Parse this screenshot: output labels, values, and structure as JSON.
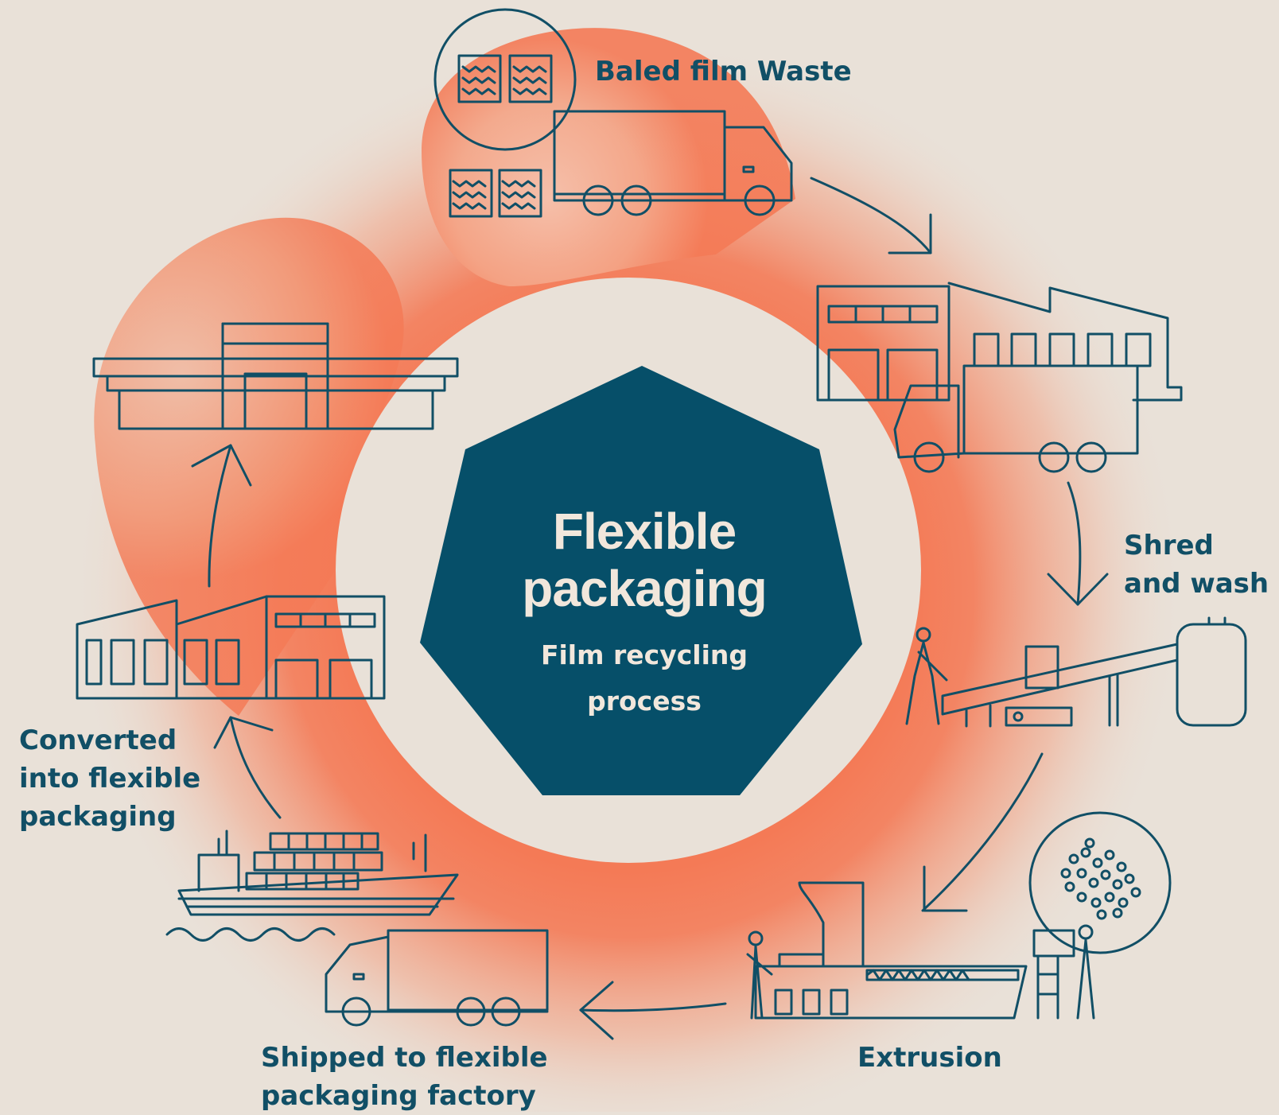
{
  "center": {
    "title_line1": "Flexible",
    "title_line2": "packaging",
    "subtitle_line1": "Film recycling",
    "subtitle_line2": "process"
  },
  "steps": [
    {
      "line1": "Baled film Waste"
    },
    {
      "line1": "Shred",
      "line2": "and wash"
    },
    {
      "line1": "Extrusion"
    },
    {
      "line1": "Shipped to flexible",
      "line2": "packaging factory"
    },
    {
      "line1": "Converted",
      "line2": "into flexible",
      "line3": "packaging"
    }
  ],
  "colors": {
    "background": "#e9e1d8",
    "accent": "#f47a56",
    "ink": "#114f66",
    "hexagon": "#064f69",
    "center_text": "#f1e7dc"
  },
  "icons": [
    "bale-icon",
    "truck-icon",
    "recycling-facility-icon",
    "shredder-conveyor-icon",
    "extruder-icon",
    "pellets-icon",
    "delivery-truck-icon",
    "cargo-ship-icon",
    "packaging-factory-icon",
    "retail-building-icon",
    "arrow-icon"
  ]
}
